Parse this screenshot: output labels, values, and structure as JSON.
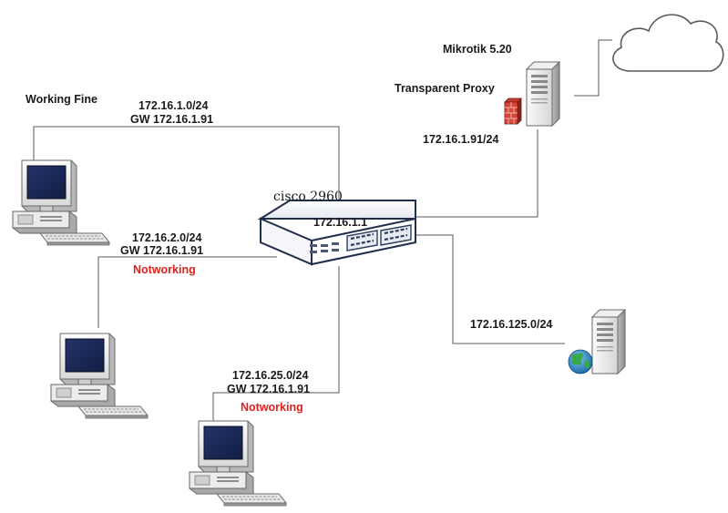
{
  "labels": {
    "working_fine": "Working Fine",
    "net1_subnet": "172.16.1.0/24",
    "net1_gw": "GW 172.16.1.91",
    "net2_subnet": "172.16.2.0/24",
    "net2_gw": "GW 172.16.1.91",
    "net2_status": "Notworking",
    "net3_subnet": "172.16.25.0/24",
    "net3_gw": "GW 172.16.1.91",
    "net3_status": "Notworking",
    "switch_model": "cisco 2960",
    "switch_ip": "172.16.1.1",
    "proxy_name": "Mikrotik 5.20",
    "proxy_role": "Transparent Proxy",
    "proxy_ip": "172.16.1.91/24",
    "server_subnet": "172.16.125.0/24"
  },
  "icons": {
    "cloud": "cloud-icon",
    "switch": "network-switch-icon",
    "proxy_server": "server-with-firewall-icon",
    "web_server": "server-with-globe-icon",
    "computer": "desktop-computer-icon"
  },
  "colors": {
    "status_red": "#e0201e",
    "line": "#5a5a5a",
    "switch_navy": "#1f2f4d"
  }
}
